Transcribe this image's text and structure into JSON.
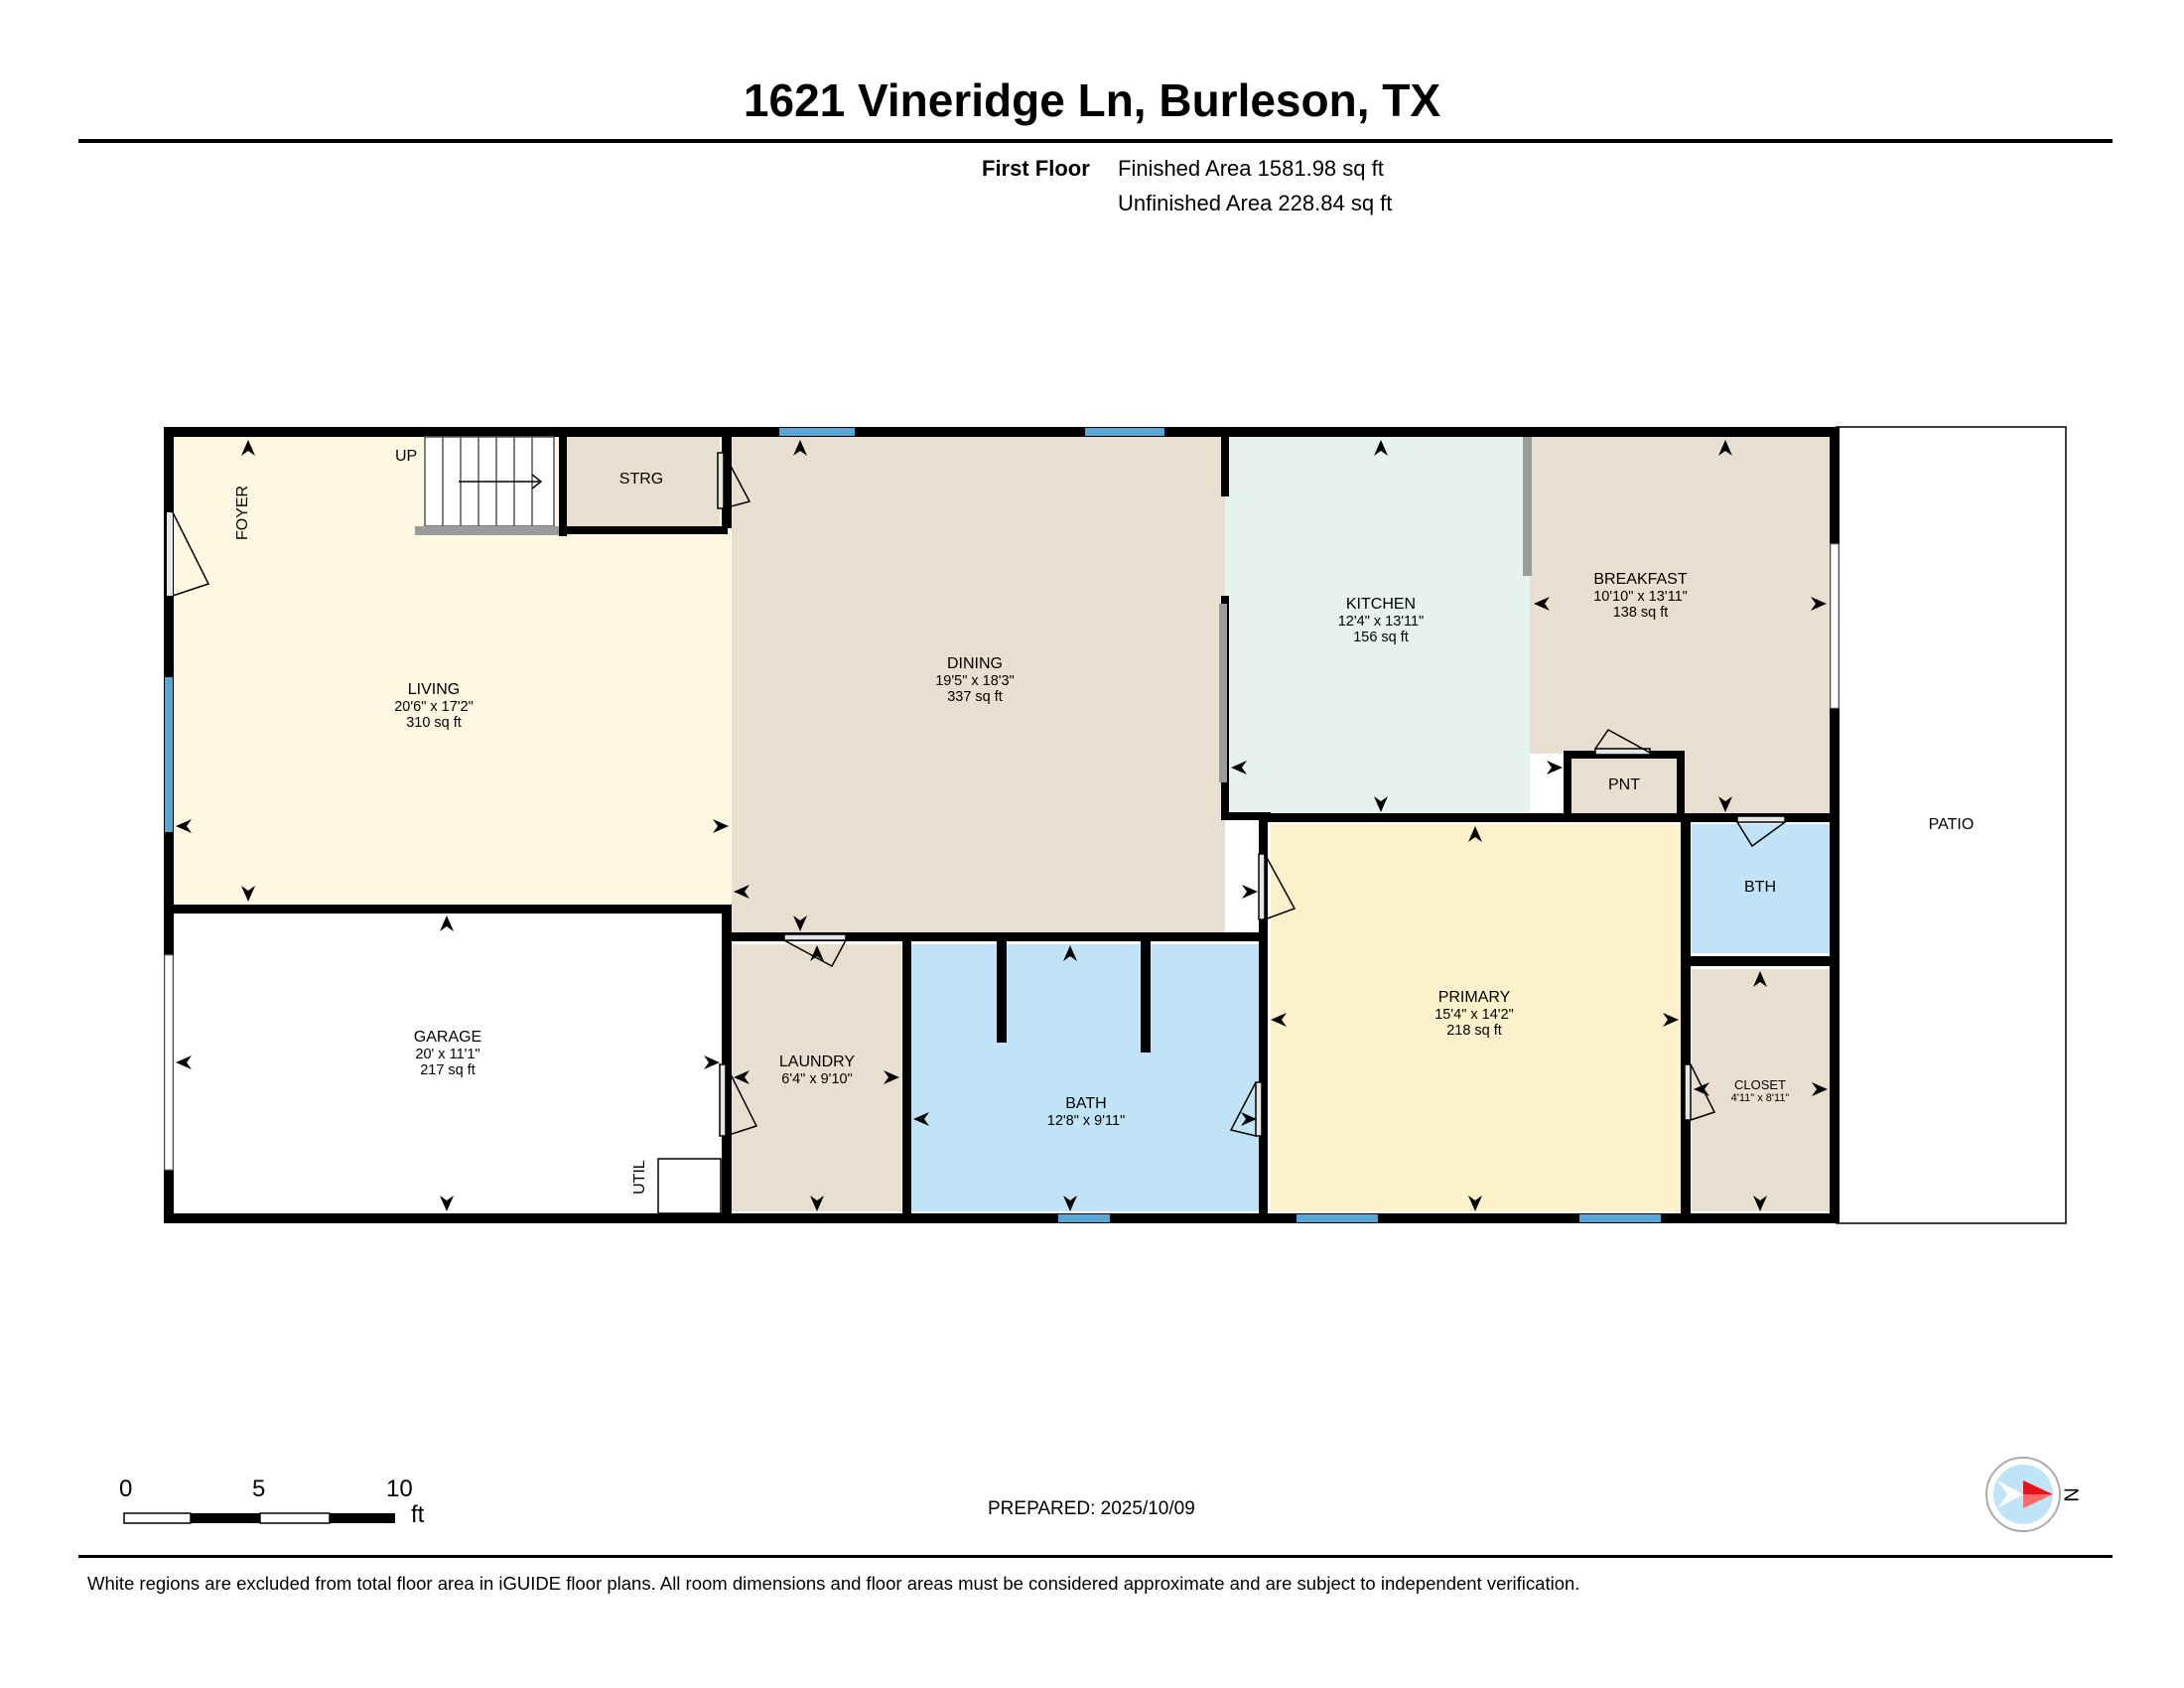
{
  "header": {
    "title": "1621 Vineridge Ln, Burleson, TX",
    "floor_label": "First Floor",
    "finished_area": "Finished Area 1581.98 sq ft",
    "unfinished_area": "Unfinished Area 228.84 sq ft"
  },
  "rooms": {
    "living": {
      "name": "LIVING",
      "dims": "20'6\" x 17'2\"",
      "area": "310 sq ft"
    },
    "dining": {
      "name": "DINING",
      "dims": "19'5\" x 18'3\"",
      "area": "337 sq ft"
    },
    "kitchen": {
      "name": "KITCHEN",
      "dims": "12'4\" x 13'11\"",
      "area": "156 sq ft"
    },
    "breakfast": {
      "name": "BREAKFAST",
      "dims": "10'10\" x 13'11\"",
      "area": "138 sq ft"
    },
    "garage": {
      "name": "GARAGE",
      "dims": "20' x 11'1\"",
      "area": "217 sq ft"
    },
    "laundry": {
      "name": "LAUNDRY",
      "dims": "6'4\" x 9'10\""
    },
    "bath": {
      "name": "BATH",
      "dims": "12'8\" x 9'11\""
    },
    "primary": {
      "name": "PRIMARY",
      "dims": "15'4\" x 14'2\"",
      "area": "218 sq ft"
    },
    "closet": {
      "name": "CLOSET",
      "dims": "4'11\" x 8'11\""
    },
    "foyer": {
      "name": "FOYER"
    },
    "strg": {
      "name": "STRG"
    },
    "pnt": {
      "name": "PNT"
    },
    "bth": {
      "name": "BTH"
    },
    "util": {
      "name": "UTIL"
    },
    "patio": {
      "name": "PATIO"
    },
    "stairs_up": {
      "name": "UP"
    }
  },
  "colors": {
    "living": "#fef8e3",
    "dining": "#e9dfd1",
    "kitchen": "#e6f3ec",
    "breakfast": "#e9dfd1",
    "laundry": "#e9dfd1",
    "closet": "#e9dfd1",
    "storage": "#e9dfd1",
    "bath": "#c0e3f8",
    "primary": "#fdf1cc",
    "wall": "#000000",
    "window": "#5aa6d6",
    "compass_arrow": "#e3141b"
  },
  "scale_bar": {
    "labels": [
      "0",
      "5",
      "10"
    ],
    "unit": "ft"
  },
  "footer": {
    "prepared": "PREPARED: 2025/10/09",
    "disclaimer": "White regions are excluded from total floor area in iGUIDE floor plans. All room dimensions and floor areas must be considered approximate and are subject to independent verification."
  },
  "compass": {
    "label": "N"
  }
}
